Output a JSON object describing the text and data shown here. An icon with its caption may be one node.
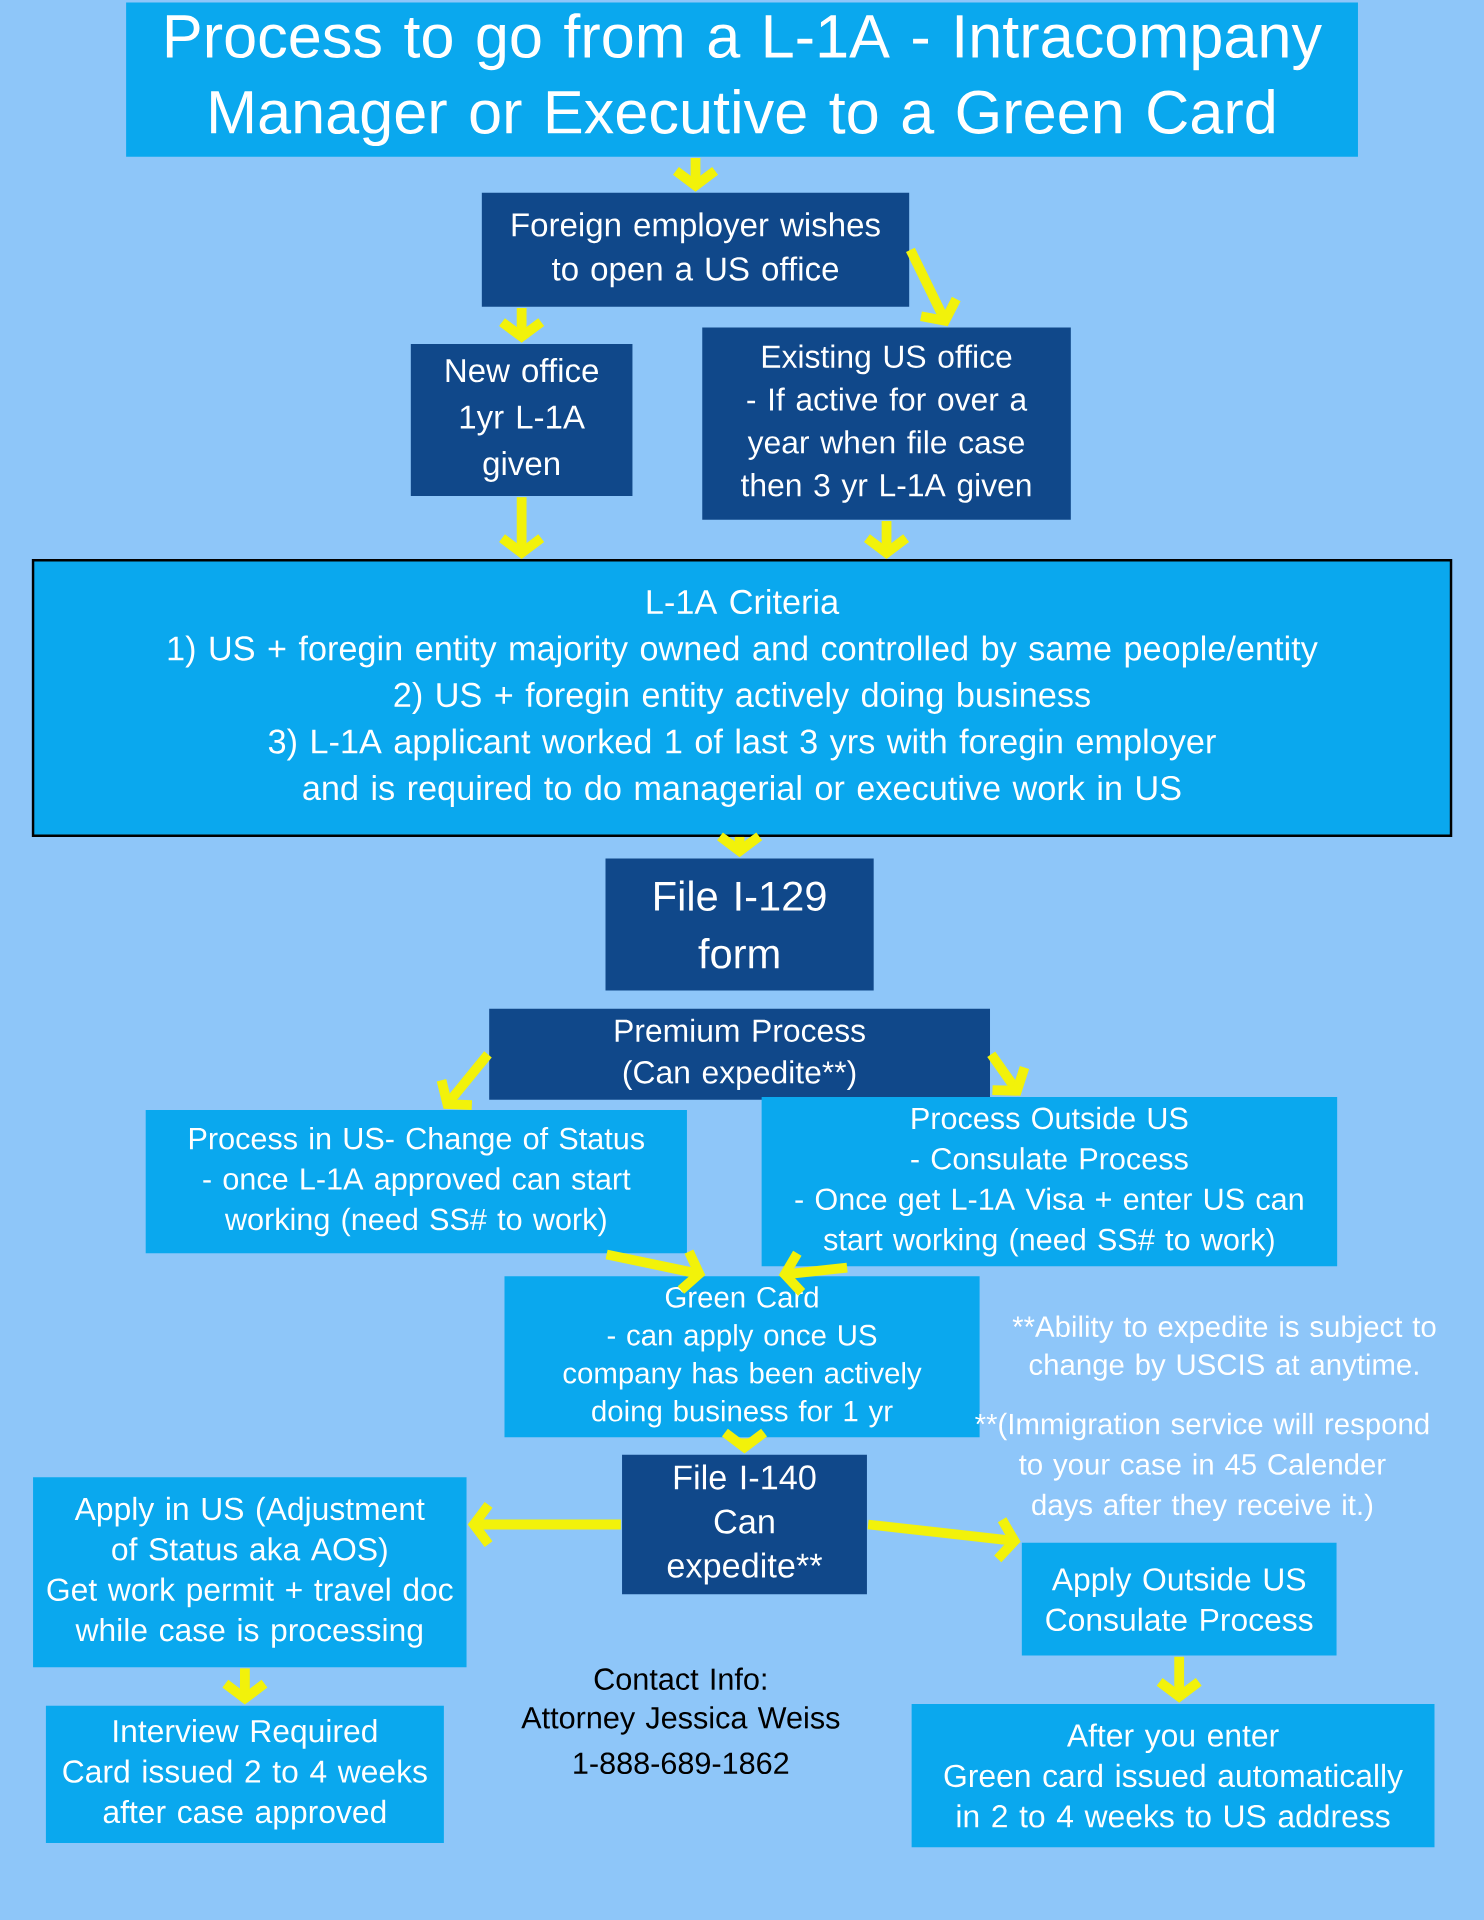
{
  "diagram": {
    "nodes": [
      {
        "text": [
          "Process to go from a L-1A - Intracompany Manager or Executive to a Green Card"
        ]
      },
      {
        "text": [
          "Foreign employer wishes to open a US office"
        ]
      },
      {
        "text": [
          "New office 1yr L-1A given"
        ]
      },
      {
        "text": [
          "Existing US office",
          "- If active for over a year when file case then 3 yr L-1A given"
        ]
      },
      {
        "text": [
          "L-1A Criteria",
          "1) US + foregin entity majority owned and controlled by same people/entity",
          "2) US + foregin entity actively doing business",
          "3) L-1A applicant worked 1 of last 3 yrs with foregin employer and is required to do managerial or executive work in US"
        ]
      },
      {
        "text": [
          "File I-129 form"
        ]
      },
      {
        "text": [
          "Premium Process",
          "(Can expedite**)"
        ]
      },
      {
        "text": [
          "Process in US- Change of Status - once L-1A approved can start working (need SS# to work)"
        ]
      },
      {
        "text": [
          "Process Outside US - Consulate Process",
          "- Once get L-1A Visa + enter US can start working (need SS# to work)"
        ]
      },
      {
        "text": [
          "Green Card",
          "- can apply once US company has been actively doing business for 1 yr"
        ]
      },
      {
        "text": [
          "File I-140",
          "Can expedite**"
        ]
      },
      {
        "text": [
          "Apply in US (Adjustment of Status aka AOS)",
          "Get work permit + travel doc while case is processing"
        ]
      },
      {
        "text": [
          "Apply Outside US Consulate Process"
        ]
      },
      {
        "text": [
          "Interview Required",
          "Card issued 2 to 4 weeks after case approved"
        ]
      },
      {
        "text": [
          "After you enter",
          "Green card issued automatically in 2 to 4 weeks to US address"
        ]
      }
    ],
    "edges": [
      {
        "from": 0,
        "to": 1,
        "arrow": "to"
      },
      {
        "from": 1,
        "to": 2,
        "arrow": "to"
      },
      {
        "from": 1,
        "to": 3,
        "arrow": "to"
      },
      {
        "from": 2,
        "to": 4,
        "arrow": "to"
      },
      {
        "from": 3,
        "to": 4,
        "arrow": "to"
      },
      {
        "from": 4,
        "to": 5,
        "arrow": "to"
      },
      {
        "from": 6,
        "to": 7,
        "arrow": "to"
      },
      {
        "from": 6,
        "to": 8,
        "arrow": "to"
      },
      {
        "from": 7,
        "to": 9,
        "arrow": "to"
      },
      {
        "from": 8,
        "to": 9,
        "arrow": "to"
      },
      {
        "from": 9,
        "to": 10,
        "arrow": "to"
      },
      {
        "from": 10,
        "to": 11,
        "arrow": "to"
      },
      {
        "from": 10,
        "to": 12,
        "arrow": "to"
      },
      {
        "from": 11,
        "to": 13,
        "arrow": "to"
      },
      {
        "from": 12,
        "to": 14,
        "arrow": "to"
      }
    ],
    "labels": [
      "**Ability to expedite is subject to change by USCIS at anytime.",
      "**(Immigration service will respond to your case in 45 Calender days after they receive it.)",
      "Contact Info:",
      "Attorney Jessica Weiss",
      "1-888-689-1862"
    ]
  }
}
